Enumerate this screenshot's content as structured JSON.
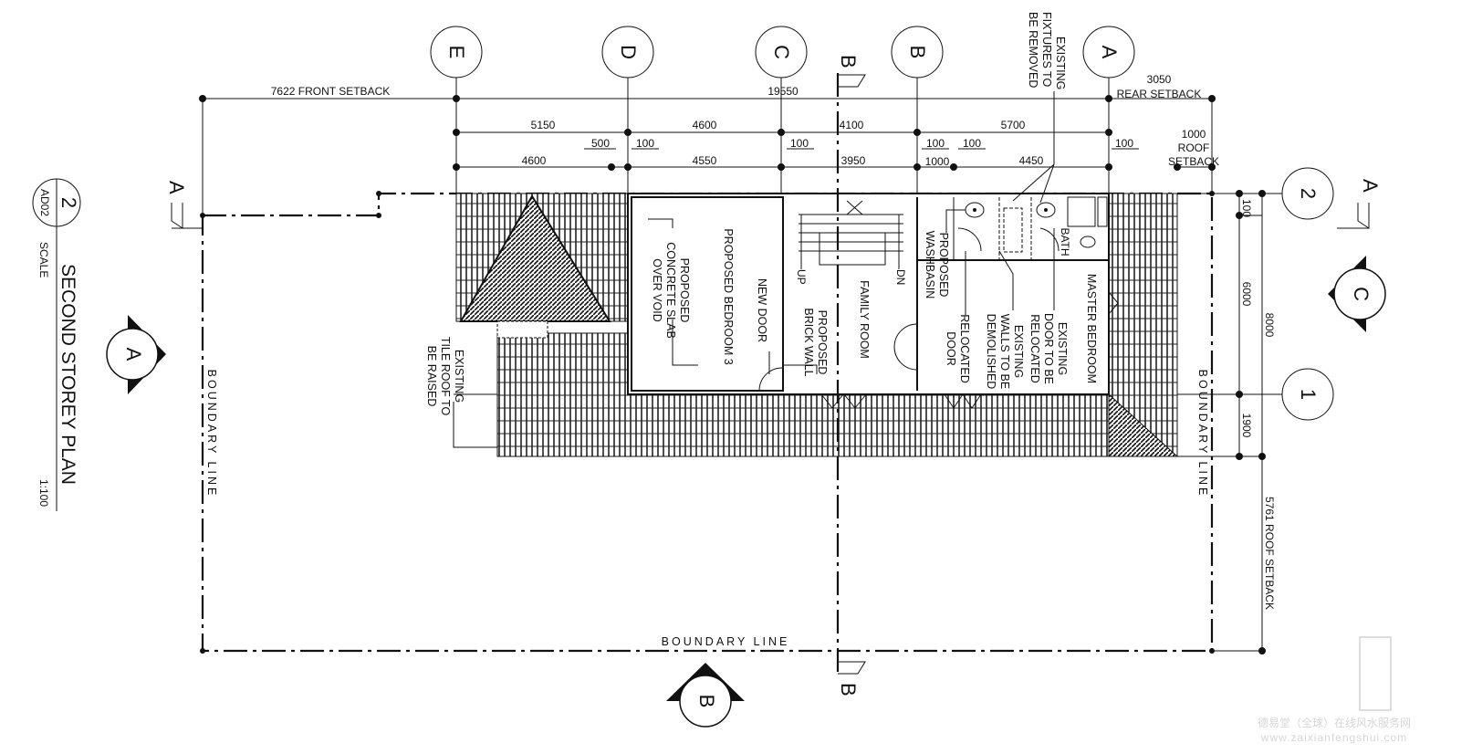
{
  "title_block": {
    "title": "SECOND STOREY PLAN",
    "drawing_number": "2",
    "sheet": "AD02",
    "scale_label": "SCALE",
    "scale_value": "1:100"
  },
  "grid_columns": [
    "E",
    "D",
    "C",
    "B",
    "A"
  ],
  "grid_rows": [
    "2",
    "1"
  ],
  "dimensions": {
    "row1": {
      "front_setback": "7622 FRONT SETBACK",
      "overall": "19550",
      "rear_value": "3050",
      "rear_label": "REAR SETBACK"
    },
    "row2": [
      "5150",
      "4600",
      "4100",
      "5700"
    ],
    "row3": [
      "4600",
      "4550",
      "3950",
      "4450"
    ],
    "small": [
      "500",
      "100",
      "100",
      "100",
      "1000",
      "100",
      "100"
    ],
    "roof_setback": [
      "1000",
      "ROOF",
      "SETBACK"
    ],
    "right": {
      "d100": "100",
      "d6000": "6000",
      "d1900": "1900",
      "d8000": "8000",
      "roof": "5761 ROOF SETBACK"
    }
  },
  "rooms": {
    "bedroom3": "PROPOSED BEDROOM 3",
    "family": "FAMILY ROOM",
    "master": "MASTER BEDROOM",
    "bath": "BATH",
    "up": "UP",
    "dn": "DN"
  },
  "annotations": {
    "slab": [
      "PROPOSED",
      "CONCRETE SLAB",
      "OVER VOID"
    ],
    "new_door": "NEW DOOR",
    "brick_wall": [
      "PROPOSED",
      "BRICK WALL"
    ],
    "washbasin": [
      "PROPOSED",
      "WASHBASIN"
    ],
    "relocated_door": [
      "RELOCATED",
      "DOOR"
    ],
    "walls_demolished": [
      "EXISTING",
      "WALLS TO BE",
      "DEMOLISHED"
    ],
    "door_relocated": [
      "EXISTING",
      "DOOR TO BE",
      "RELOCATED"
    ],
    "fixtures": [
      "EXISTING",
      "FIXTURES TO",
      "BE REMOVED"
    ],
    "tile_roof": [
      "EXISTING",
      "TILE ROOF TO",
      "BE RAISED"
    ]
  },
  "boundary": {
    "label": "BOUNDARY LINE"
  },
  "sections": {
    "a": "A",
    "b": "B",
    "elev_a": "A",
    "elev_b": "B",
    "elev_c": "C"
  },
  "watermark": {
    "line1": "德易堂（全球）在线风水服务网",
    "line2": "www.zaixianfengshui.com"
  }
}
